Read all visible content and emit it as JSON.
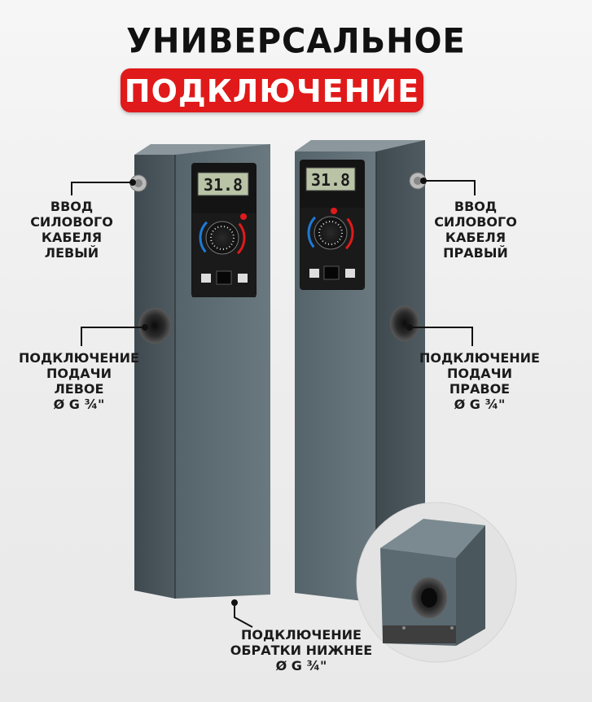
{
  "header": {
    "line1": "УНИВЕРСАЛЬНОЕ",
    "line2": "ПОДКЛЮЧЕНИЕ"
  },
  "labels": {
    "cable_left": [
      "ВВОД",
      "СИЛОВОГО",
      "КАБЕЛЯ",
      "ЛЕВЫЙ"
    ],
    "cable_right": [
      "ВВОД",
      "СИЛОВОГО",
      "КАБЕЛЯ",
      "ПРАВЫЙ"
    ],
    "supply_left": [
      "ПОДКЛЮЧЕНИЕ",
      "ПОДАЧИ",
      "ЛЕВОЕ",
      "Ø G ¾\""
    ],
    "supply_right": [
      "ПОДКЛЮЧЕНИЕ",
      "ПОДАЧИ",
      "ПРАВОЕ",
      "Ø G ¾\""
    ],
    "return_bottom": [
      "ПОДКЛЮЧЕНИЕ",
      "ОБРАТКИ НИЖНЕЕ",
      "Ø G ¾\""
    ]
  },
  "displays": {
    "left": "31.8",
    "right": "31.8"
  },
  "colors": {
    "accent_red": "#e01a1a",
    "body_gray": "#5b6970",
    "text_dark": "#1b1b1b"
  },
  "icons": [
    "heater-body",
    "thermostat-dial",
    "lcd-display",
    "power-switch",
    "cable-gland",
    "pipe-fitting"
  ]
}
